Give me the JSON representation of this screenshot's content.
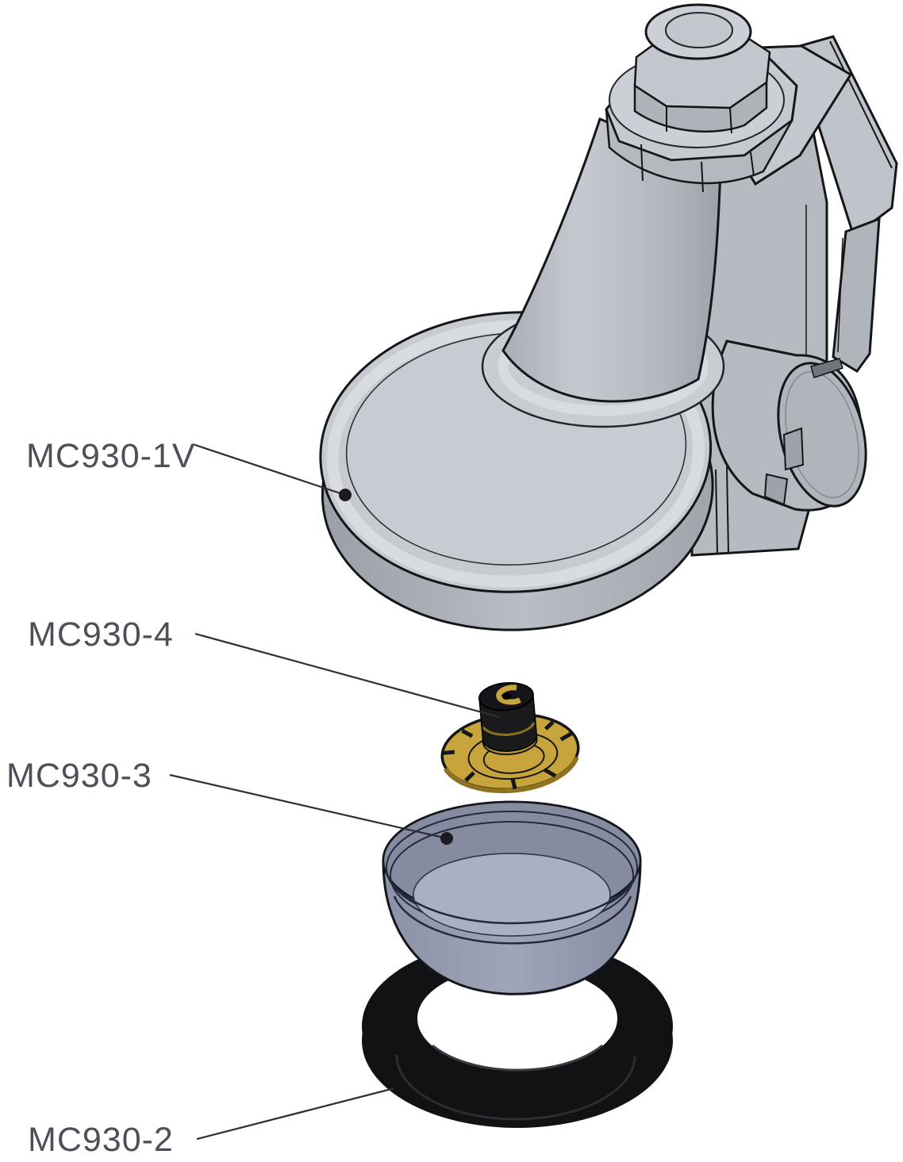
{
  "diagram": {
    "kind": "exploded-assembly-parts-diagram",
    "background": "#ffffff",
    "parts": [
      {
        "label": "MC930-1V",
        "name": "valve-body-assembly"
      },
      {
        "label": "MC930-4",
        "name": "brass-diaphragm-disc"
      },
      {
        "label": "MC930-3",
        "name": "filter-cup"
      },
      {
        "label": "MC930-2",
        "name": "gasket-ring"
      }
    ],
    "colors": {
      "body_light": "#c7cad1",
      "body_mid": "#b6bac1",
      "body_dark": "#a9adb4",
      "bead_highlight": "#d8dbe0",
      "brass": "#c8a53c",
      "brass_dark": "#8f7322",
      "bowl_wall": "#969cb0",
      "bowl_inner": "#868ca0",
      "bowl_bottom": "#aab0c4",
      "gasket_black": "#111214",
      "outline": "#15161a",
      "label_text": "#4f4f5a",
      "leader_line": "#2e2e33"
    }
  }
}
